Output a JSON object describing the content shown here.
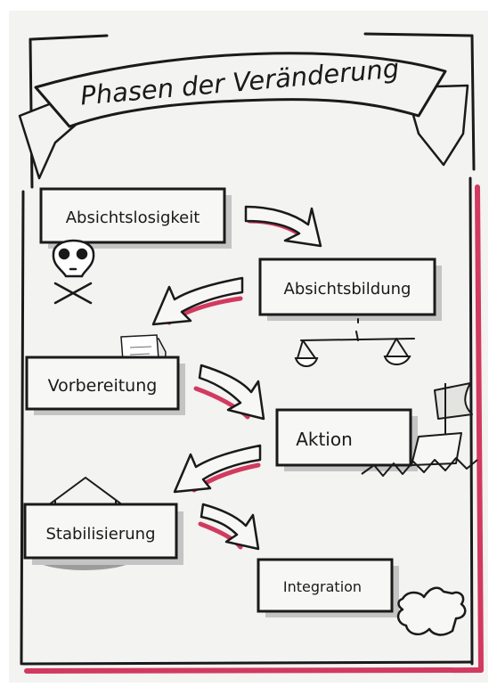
{
  "title": "Phasen der Veränderung",
  "phases": [
    {
      "label": "Absichtslosigkeit",
      "icon": "skull-crossbones-icon"
    },
    {
      "label": "Absichtsbildung",
      "icon": "balance-scale-icon"
    },
    {
      "label": "Vorbereitung",
      "icon": "document-pages-icon"
    },
    {
      "label": "Aktion",
      "icon": "sailboat-on-waves-icon"
    },
    {
      "label": "Stabilisierung",
      "icon": "house-icon"
    },
    {
      "label": "Integration",
      "icon": "puzzle-piece-icon"
    }
  ],
  "colors": {
    "paper": "#f3f3f1",
    "ink": "#1a1a1a",
    "accent": "#d23a5f",
    "shadow": "#b9b9b9"
  }
}
